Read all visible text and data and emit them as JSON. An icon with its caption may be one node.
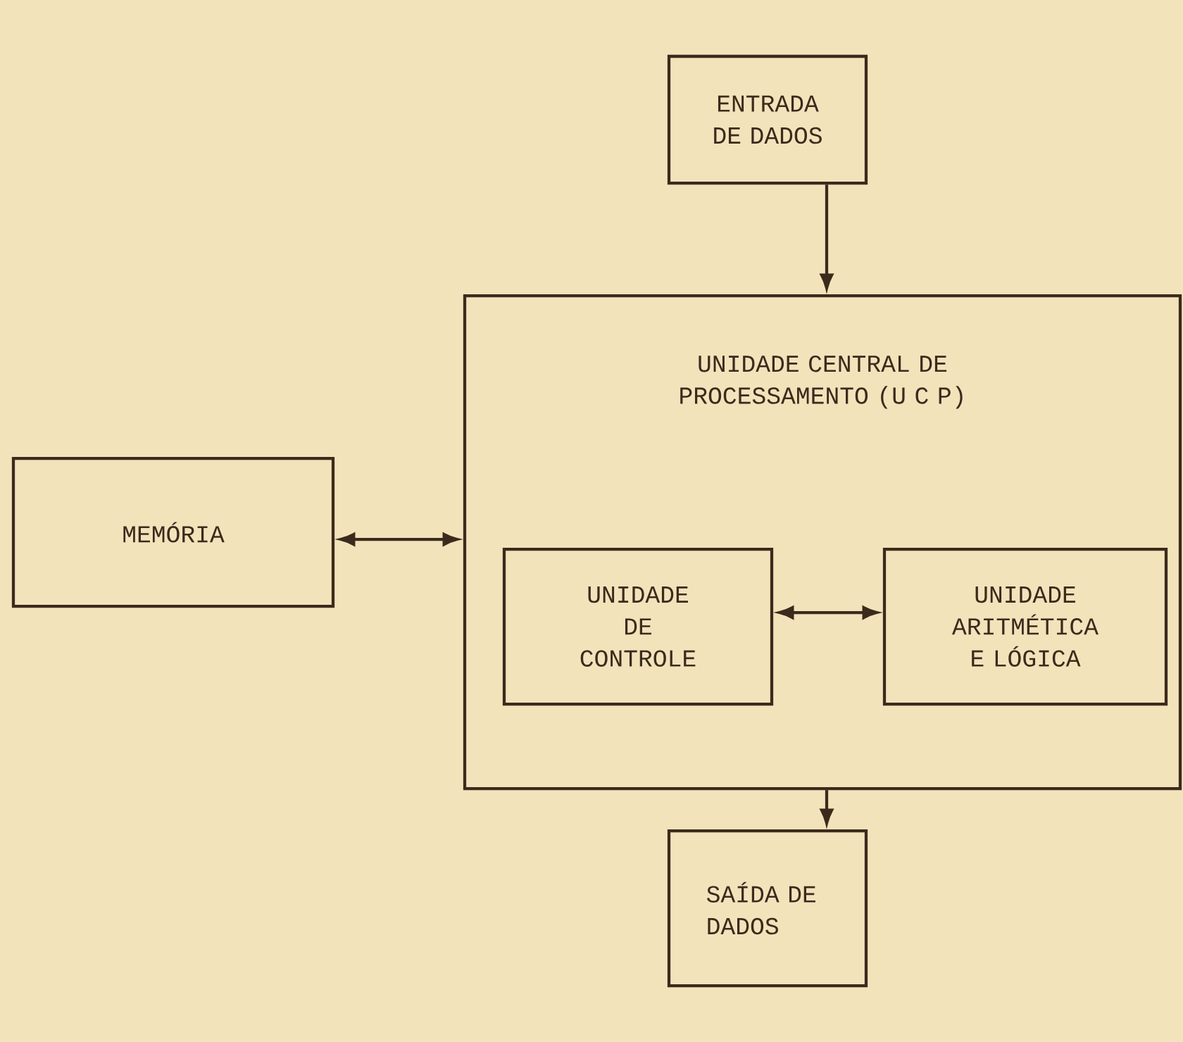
{
  "diagram": {
    "nodes": [
      {
        "text": [
          "ENTRADA DE DADOS"
        ]
      },
      {
        "text": [
          "UNIDADE CENTRAL DE PROCESSAMENTO (U C P)"
        ]
      },
      {
        "text": [
          "MEMÓRIA"
        ]
      },
      {
        "text": [
          "UNIDADE DE CONTROLE"
        ],
        "in": 1
      },
      {
        "text": [
          "UNIDADE ARITMÉTICA E LÓGICA"
        ],
        "in": 1
      },
      {
        "text": [
          "SAÍDA DE DADOS"
        ]
      }
    ],
    "edges": [
      {
        "from": 0,
        "to": 1,
        "arrow": "to"
      },
      {
        "from": 2,
        "to": 1,
        "arrow": "both"
      },
      {
        "from": 3,
        "to": 4,
        "arrow": "both"
      },
      {
        "from": 1,
        "to": 5,
        "arrow": "to"
      }
    ]
  }
}
